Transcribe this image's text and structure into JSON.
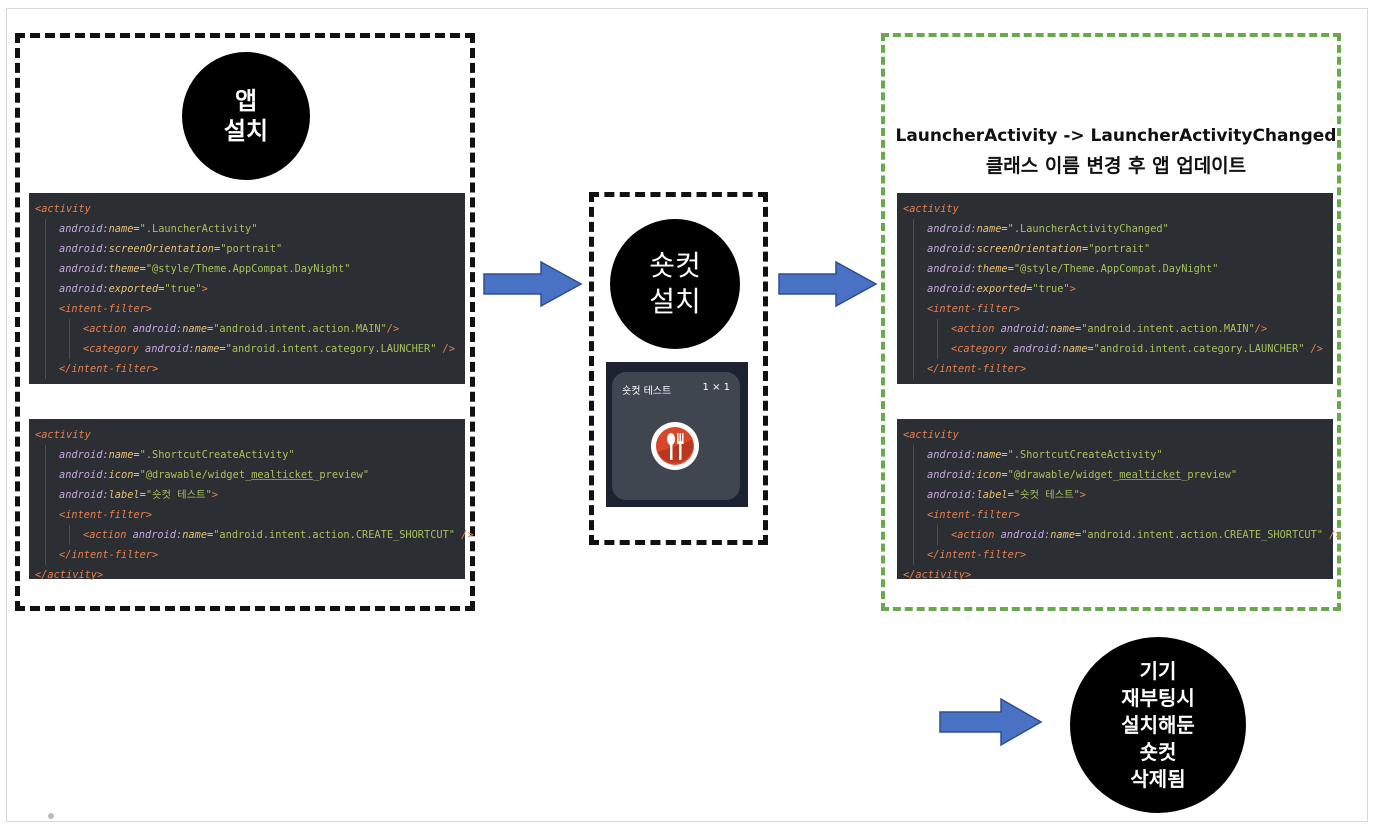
{
  "step1": {
    "circle_lines": [
      "앱",
      "설치"
    ],
    "code_block_1": [
      {
        "indent": 0,
        "parts": [
          [
            "tag",
            "<activity"
          ]
        ]
      },
      {
        "indent": 1,
        "parts": [
          [
            "attr",
            "android:"
          ],
          [
            "attrn",
            "name"
          ],
          [
            "plain",
            "="
          ],
          [
            "str",
            "\".LauncherActivity\""
          ]
        ]
      },
      {
        "indent": 1,
        "parts": [
          [
            "attr",
            "android:"
          ],
          [
            "attrn",
            "screenOrientation"
          ],
          [
            "plain",
            "="
          ],
          [
            "str",
            "\"portrait\""
          ]
        ]
      },
      {
        "indent": 1,
        "parts": [
          [
            "attr",
            "android:"
          ],
          [
            "attrn",
            "theme"
          ],
          [
            "plain",
            "="
          ],
          [
            "str",
            "\"@style/Theme.AppCompat.DayNight\""
          ]
        ]
      },
      {
        "indent": 1,
        "parts": [
          [
            "attr",
            "android:"
          ],
          [
            "attrn",
            "exported"
          ],
          [
            "plain",
            "="
          ],
          [
            "str",
            "\"true\""
          ],
          [
            "tag",
            ">"
          ]
        ]
      },
      {
        "indent": 1,
        "parts": [
          [
            "tag",
            "<intent-filter>"
          ]
        ]
      },
      {
        "indent": 2,
        "parts": [
          [
            "tag",
            "<action "
          ],
          [
            "attr",
            "android:"
          ],
          [
            "attrn",
            "name"
          ],
          [
            "plain",
            "="
          ],
          [
            "str",
            "\"android.intent.action.MAIN\""
          ],
          [
            "tag",
            "/>"
          ]
        ]
      },
      {
        "indent": 2,
        "parts": [
          [
            "tag",
            "<category "
          ],
          [
            "attr",
            "android:"
          ],
          [
            "attrn",
            "name"
          ],
          [
            "plain",
            "="
          ],
          [
            "str",
            "\"android.intent.category.LAUNCHER\""
          ],
          [
            "tag",
            " />"
          ]
        ]
      },
      {
        "indent": 1,
        "parts": [
          [
            "tag",
            "</intent-filter>"
          ]
        ]
      }
    ],
    "code_block_2": [
      {
        "indent": 0,
        "parts": [
          [
            "tag",
            "<activity"
          ]
        ]
      },
      {
        "indent": 1,
        "parts": [
          [
            "attr",
            "android:"
          ],
          [
            "attrn",
            "name"
          ],
          [
            "plain",
            "="
          ],
          [
            "str",
            "\".ShortcutCreateActivity\""
          ]
        ]
      },
      {
        "indent": 1,
        "parts": [
          [
            "attr",
            "android:"
          ],
          [
            "attrn",
            "icon"
          ],
          [
            "plain",
            "="
          ],
          [
            "str",
            "\"@drawable/widget_"
          ],
          [
            "str-ul",
            "mealticket"
          ],
          [
            "str",
            "_preview\""
          ]
        ]
      },
      {
        "indent": 1,
        "parts": [
          [
            "attr",
            "android:"
          ],
          [
            "attrn",
            "label"
          ],
          [
            "plain",
            "="
          ],
          [
            "str",
            "\"숏컷 테스트\""
          ],
          [
            "tag",
            ">"
          ]
        ]
      },
      {
        "indent": 1,
        "parts": [
          [
            "tag",
            "<intent-filter>"
          ]
        ]
      },
      {
        "indent": 2,
        "parts": [
          [
            "tag",
            "<action "
          ],
          [
            "attr",
            "android:"
          ],
          [
            "attrn",
            "name"
          ],
          [
            "plain",
            "="
          ],
          [
            "str",
            "\"android.intent.action.CREATE_SHORTCUT\""
          ],
          [
            "tag",
            " />"
          ]
        ]
      },
      {
        "indent": 1,
        "parts": [
          [
            "tag",
            "</intent-filter>"
          ]
        ]
      },
      {
        "indent": 0,
        "parts": [
          [
            "tag",
            "</activity>"
          ]
        ]
      }
    ]
  },
  "step2": {
    "circle_lines": [
      "숏컷",
      "설치"
    ],
    "widget": {
      "title": "숏컷 테스트",
      "size": "1 × 1"
    }
  },
  "step3": {
    "headline_line1": "LauncherActivity -> LauncherActivityChanged",
    "headline_line2": "클래스 이름 변경 후 앱 업데이트",
    "code_block_1": [
      {
        "indent": 0,
        "parts": [
          [
            "tag",
            "<activity"
          ]
        ]
      },
      {
        "indent": 1,
        "parts": [
          [
            "attr",
            "android:"
          ],
          [
            "attrn",
            "name"
          ],
          [
            "plain",
            "="
          ],
          [
            "str",
            "\".LauncherActivityChanged\""
          ]
        ]
      },
      {
        "indent": 1,
        "parts": [
          [
            "attr",
            "android:"
          ],
          [
            "attrn",
            "screenOrientation"
          ],
          [
            "plain",
            "="
          ],
          [
            "str",
            "\"portrait\""
          ]
        ]
      },
      {
        "indent": 1,
        "parts": [
          [
            "attr",
            "android:"
          ],
          [
            "attrn",
            "theme"
          ],
          [
            "plain",
            "="
          ],
          [
            "str",
            "\"@style/Theme.AppCompat.DayNight\""
          ]
        ]
      },
      {
        "indent": 1,
        "parts": [
          [
            "attr",
            "android:"
          ],
          [
            "attrn",
            "exported"
          ],
          [
            "plain",
            "="
          ],
          [
            "str",
            "\"true\""
          ],
          [
            "tag",
            ">"
          ]
        ]
      },
      {
        "indent": 1,
        "parts": [
          [
            "tag",
            "<intent-filter>"
          ]
        ]
      },
      {
        "indent": 2,
        "parts": [
          [
            "tag",
            "<action "
          ],
          [
            "attr",
            "android:"
          ],
          [
            "attrn",
            "name"
          ],
          [
            "plain",
            "="
          ],
          [
            "str",
            "\"android.intent.action.MAIN\""
          ],
          [
            "tag",
            "/>"
          ]
        ]
      },
      {
        "indent": 2,
        "parts": [
          [
            "tag",
            "<category "
          ],
          [
            "attr",
            "android:"
          ],
          [
            "attrn",
            "name"
          ],
          [
            "plain",
            "="
          ],
          [
            "str",
            "\"android.intent.category.LAUNCHER\""
          ],
          [
            "tag",
            " />"
          ]
        ]
      },
      {
        "indent": 1,
        "parts": [
          [
            "tag",
            "</intent-filter>"
          ]
        ]
      }
    ],
    "code_block_2": [
      {
        "indent": 0,
        "parts": [
          [
            "tag",
            "<activity"
          ]
        ]
      },
      {
        "indent": 1,
        "parts": [
          [
            "attr",
            "android:"
          ],
          [
            "attrn",
            "name"
          ],
          [
            "plain",
            "="
          ],
          [
            "str",
            "\".ShortcutCreateActivity\""
          ]
        ]
      },
      {
        "indent": 1,
        "parts": [
          [
            "attr",
            "android:"
          ],
          [
            "attrn",
            "icon"
          ],
          [
            "plain",
            "="
          ],
          [
            "str",
            "\"@drawable/widget_"
          ],
          [
            "str-ul",
            "mealticket"
          ],
          [
            "str",
            "_preview\""
          ]
        ]
      },
      {
        "indent": 1,
        "parts": [
          [
            "attr",
            "android:"
          ],
          [
            "attrn",
            "label"
          ],
          [
            "plain",
            "="
          ],
          [
            "str",
            "\"숏컷 테스트\""
          ],
          [
            "tag",
            ">"
          ]
        ]
      },
      {
        "indent": 1,
        "parts": [
          [
            "tag",
            "<intent-filter>"
          ]
        ]
      },
      {
        "indent": 2,
        "parts": [
          [
            "tag",
            "<action "
          ],
          [
            "attr",
            "android:"
          ],
          [
            "attrn",
            "name"
          ],
          [
            "plain",
            "="
          ],
          [
            "str",
            "\"android.intent.action.CREATE_SHORTCUT\""
          ],
          [
            "tag",
            " />"
          ]
        ]
      },
      {
        "indent": 1,
        "parts": [
          [
            "tag",
            "</intent-filter>"
          ]
        ]
      },
      {
        "indent": 0,
        "parts": [
          [
            "tag",
            "</activity>"
          ]
        ]
      }
    ]
  },
  "step4": {
    "circle_lines": [
      "기기",
      "재부팅시",
      "설치해둔",
      "숏컷",
      "삭제됨"
    ]
  },
  "colors": {
    "arrow_fill": "#4a72c4",
    "arrow_stroke": "#2e4e8f",
    "green_dash": "#6aa84f",
    "code_bg": "#2b2e33"
  },
  "icons": [
    "arrow-right-icon",
    "meal-ticket-icon"
  ]
}
